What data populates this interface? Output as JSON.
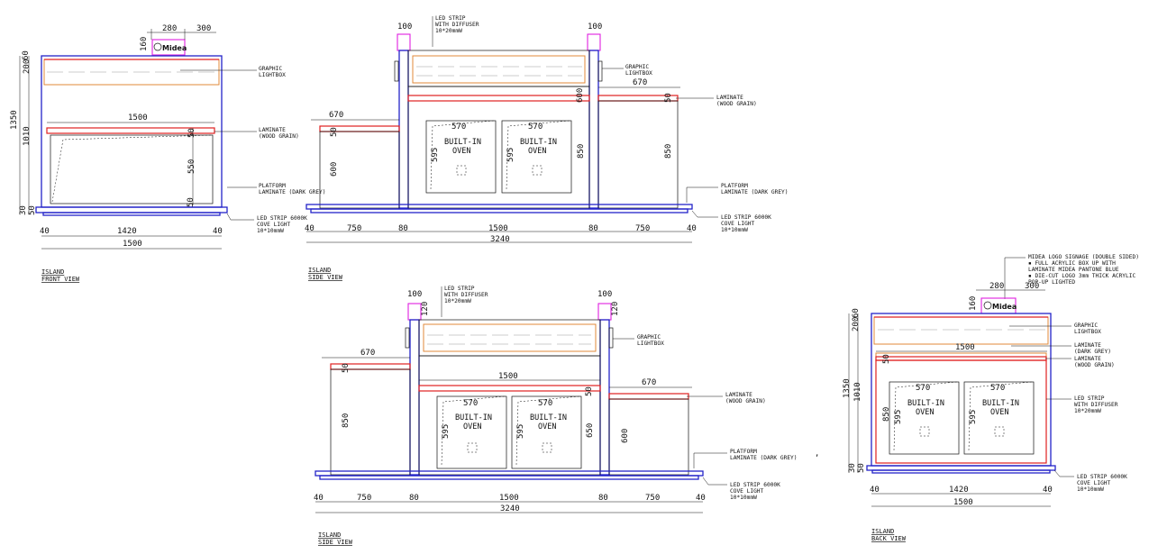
{
  "views": {
    "front": {
      "title": [
        "ISLAND",
        "FRONT VIEW"
      ],
      "dims_top": [
        "280",
        "300"
      ],
      "dim_logo_h": "160",
      "dims_left": [
        "200",
        "60",
        "1350",
        "1010",
        "30",
        "50"
      ],
      "dim_inner_w": "1500",
      "dims_right_inner": [
        "50",
        "550",
        "50"
      ],
      "dims_bottom": [
        "40",
        "1420",
        "40"
      ],
      "dim_total": "1500",
      "callouts": [
        [
          "GRAPHIC",
          "LIGHTBOX"
        ],
        [
          "LAMINATE",
          "(WOOD GRAIN)"
        ],
        [
          "PLATFORM",
          "LAMINATE (DARK GREY)"
        ],
        [
          "LED STRIP 6000K",
          "COVE LIGHT",
          "10*10mmW"
        ]
      ],
      "logo": "Midea"
    },
    "side_top": {
      "title": [
        "ISLAND",
        "SIDE VIEW"
      ],
      "dims_post": [
        "100",
        "100"
      ],
      "led_top": [
        "LED STRIP",
        "WITH DIFFUSER",
        "10*20mmW"
      ],
      "dim_left_top": "670",
      "dim_right_top": "670",
      "dims_oven": [
        "570",
        "570"
      ],
      "oven_label": [
        "BUILT-IN",
        "OVEN"
      ],
      "dims_vertical": [
        "50",
        "600",
        "595",
        "595",
        "850",
        "50",
        "850"
      ],
      "dims_bottom": [
        "40",
        "750",
        "80",
        "1500",
        "80",
        "750",
        "40"
      ],
      "dim_total": "3240",
      "callouts": [
        [
          "GRAPHIC",
          "LIGHTBOX"
        ],
        [
          "LAMINATE",
          "(WOOD GRAIN)"
        ],
        [
          "PLATFORM",
          "LAMINATE (DARK GREY)"
        ],
        [
          "LED STRIP 6000K",
          "COVE LIGHT",
          "10*10mmW"
        ]
      ]
    },
    "side_bottom": {
      "title": [
        "ISLAND",
        "SIDE VIEW"
      ],
      "dims_post": [
        "100",
        "100"
      ],
      "dims_small": [
        "120",
        "120"
      ],
      "led_top": [
        "LED STRIP",
        "WITH DIFFUSER",
        "10*20mmW"
      ],
      "dim_left_top": "670",
      "dim_right_top": "670",
      "dim_center": "1500",
      "dims_oven": [
        "570",
        "570"
      ],
      "oven_label": [
        "BUILT-IN",
        "OVEN"
      ],
      "dims_vertical": [
        "50",
        "850",
        "595",
        "595",
        "650",
        "50",
        "600"
      ],
      "dims_bottom": [
        "40",
        "750",
        "80",
        "1500",
        "80",
        "750",
        "40"
      ],
      "dim_total": "3240",
      "callouts": [
        [
          "GRAPHIC",
          "LIGHTBOX"
        ],
        [
          "LAMINATE",
          "(WOOD GRAIN)"
        ],
        [
          "PLATFORM",
          "LAMINATE (DARK GREY)"
        ],
        [
          "LED STRIP 6000K",
          "COVE LIGHT",
          "10*10mmW"
        ]
      ]
    },
    "back": {
      "title": [
        "ISLAND",
        "BACK VIEW"
      ],
      "dims_top": [
        "280",
        "300"
      ],
      "dim_logo_h": "160",
      "dims_left": [
        "200",
        "60",
        "1350",
        "1010",
        "30",
        "50"
      ],
      "dim_inner_w": "1500",
      "dims_oven": [
        "570",
        "570"
      ],
      "oven_label": [
        "BUILT-IN",
        "OVEN"
      ],
      "dims_vertical": [
        "50",
        "850",
        "595",
        "595"
      ],
      "dims_bottom": [
        "40",
        "1420",
        "40"
      ],
      "dim_total": "1500",
      "signage": [
        "MIDEA LOGO SIGNAGE (DOUBLE SIDED)",
        "▪  FULL ACRYLIC BOX UP WITH",
        "     LAMINATE MIDEA PANTONE BLUE",
        "▪  DIE-CUT LOGO 3mm THICK ACRYLIC",
        "     POP-UP LIGHTED"
      ],
      "callouts": [
        [
          "GRAPHIC",
          "LIGHTBOX"
        ],
        [
          "LAMINATE",
          "(DARK GREY)"
        ],
        [
          "LAMINATE",
          "(WOOD GRAIN)"
        ],
        [
          "LED STRIP",
          "WITH DIFFUSER",
          "10*20mmW"
        ],
        [
          "LED STRIP 6000K",
          "COVE LIGHT",
          "10*10mmW"
        ]
      ],
      "logo": "Midea"
    }
  }
}
